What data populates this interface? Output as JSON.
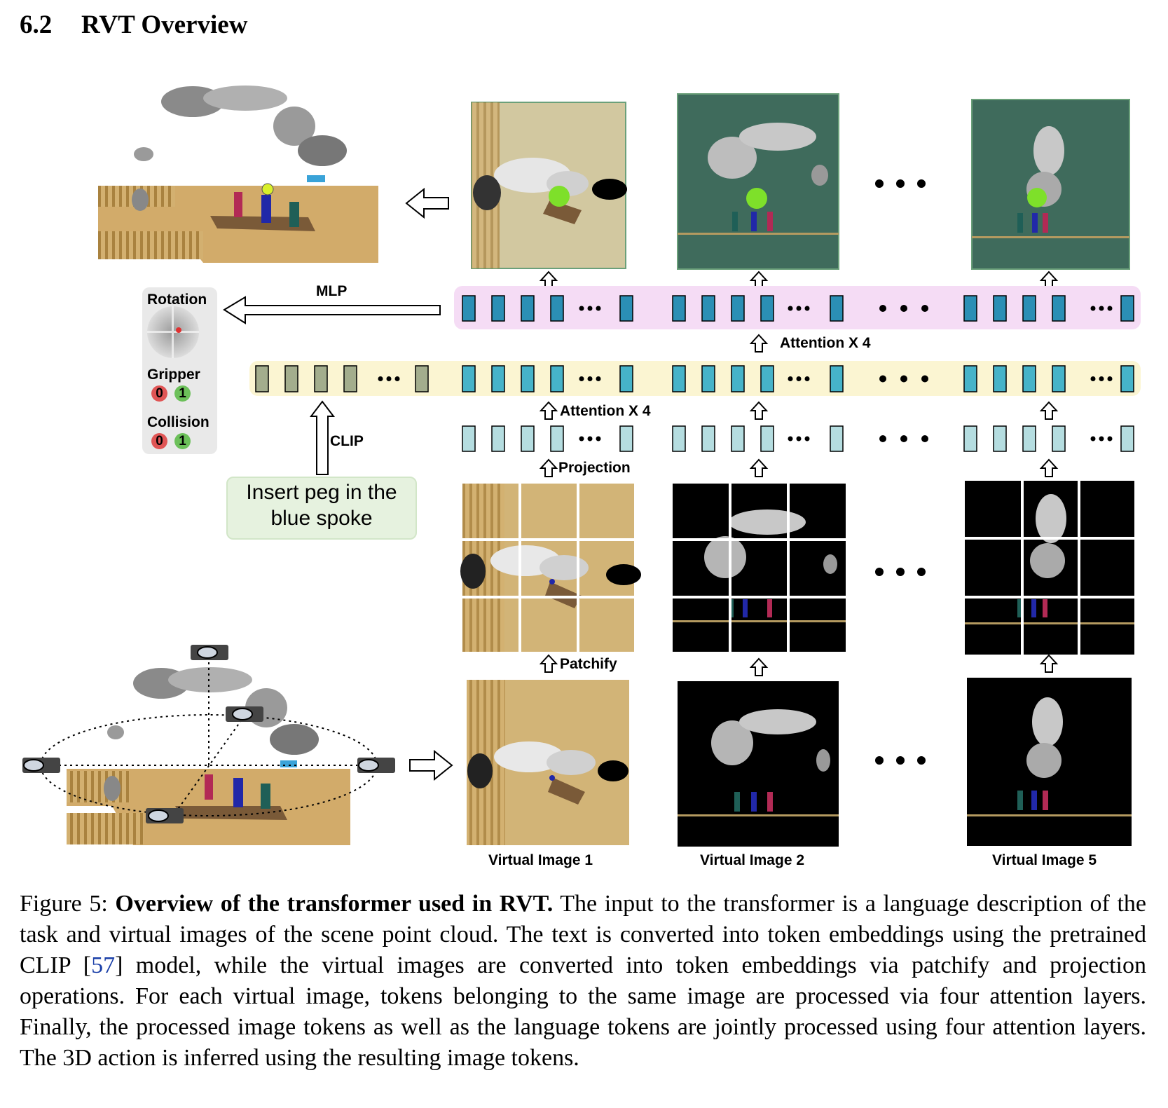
{
  "heading": {
    "number": "6.2",
    "title": "RVT Overview"
  },
  "labels": {
    "mlp": "MLP",
    "clip": "CLIP",
    "attention_top": "Attention X 4",
    "attention_mid": "Attention X 4",
    "projection": "Projection",
    "patchify": "Patchify",
    "virtual_image_1": "Virtual Image 1",
    "virtual_image_2": "Virtual Image 2",
    "virtual_image_5": "Virtual Image 5"
  },
  "output_panel": {
    "rotation": "Rotation",
    "gripper": "Gripper",
    "collision": "Collision",
    "gripper_values": [
      "0",
      "1"
    ],
    "collision_values": [
      "0",
      "1"
    ]
  },
  "instruction": {
    "line1": "Insert peg in the",
    "line2": "blue spoke"
  },
  "caption": {
    "prefix": "Figure 5:",
    "title": "Overview of the transformer used in RVT.",
    "part1": " The input to the transformer is a language description of the task and virtual images of the scene point cloud. The text is converted into token embeddings using the pretrained CLIP [",
    "ref": "57",
    "part2": "] model, while the virtual images are converted into token embeddings via patchify and projection operations. For each virtual image, tokens belonging to the same image are processed via four attention layers. Finally, the processed image tokens as well as the language tokens are jointly processed using four attention layers. The 3D action is inferred using the resulting image tokens."
  },
  "colors": {
    "token_dark": "#2b8fb5",
    "token_mid": "#46b3c9",
    "token_light": "#b5dde0",
    "lang_token": "#a3ad8d",
    "band_pink": "#f5dcf5",
    "band_yellow": "#fbf5d2",
    "instr_bg": "#e6f2df",
    "badge_red": "#e05555",
    "badge_green": "#6cc05a",
    "heatmap_green": "#7ee02a"
  }
}
